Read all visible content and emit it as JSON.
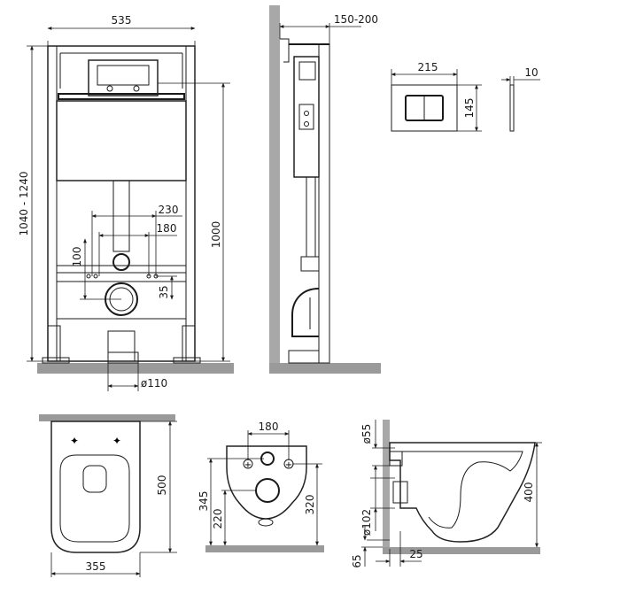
{
  "dimensions": {
    "frame_width": "535",
    "frame_height": "1040 - 1240",
    "height_1000": "1000",
    "spacing_230": "230",
    "spacing_180": "180",
    "offset_100": "100",
    "offset_35": "35",
    "pipe_110": "ø110",
    "wall_gap": "150-200",
    "plate_width": "215",
    "plate_height": "145",
    "plate_depth": "10",
    "bowl_width": "355",
    "bowl_length": "500",
    "bolt_spacing": "180",
    "height_345": "345",
    "height_220": "220",
    "height_320": "320",
    "pipe_55": "ø55",
    "pipe_102": "ø102",
    "height_400": "400",
    "offset_65": "65",
    "offset_25": "25"
  },
  "colors": {
    "line": "#1a1a1a",
    "floor": "#9a9a9a"
  },
  "icons": [
    "arrow-marker"
  ]
}
